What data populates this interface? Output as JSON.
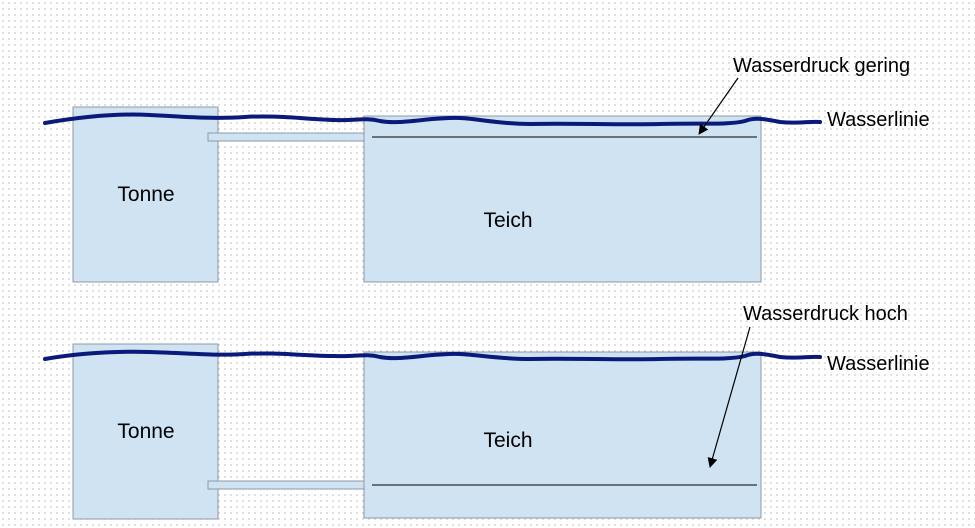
{
  "colors": {
    "water_fill": "#cfe3f3",
    "container_stroke": "#8e9aa6",
    "water_line": "#0a1a7a"
  },
  "scenarios": [
    {
      "barrel_label": "Tonne",
      "pond_label": "Teich",
      "pressure_label": "Wasserdruck gering",
      "waterline_label": "Wasserlinie"
    },
    {
      "barrel_label": "Tonne",
      "pond_label": "Teich",
      "pressure_label": "Wasserdruck hoch",
      "waterline_label": "Wasserlinie"
    }
  ]
}
